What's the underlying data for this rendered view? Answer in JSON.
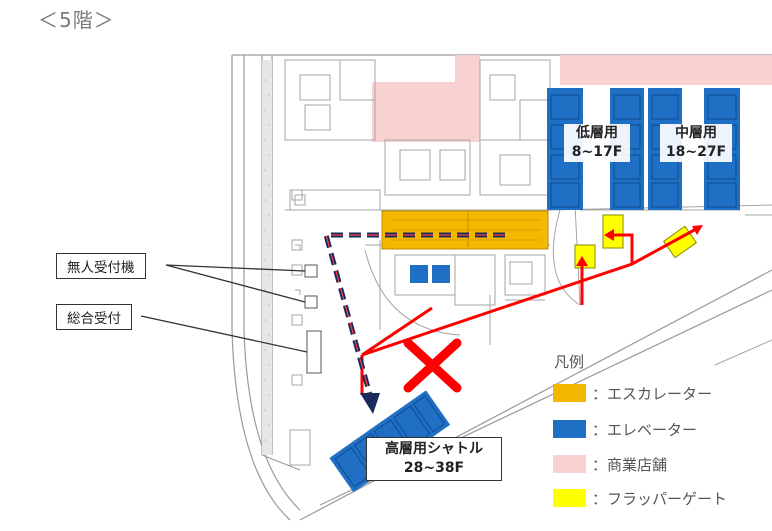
{
  "floor_title": "＜5階＞",
  "callouts": {
    "unmanned_reception": "無人受付機",
    "general_reception": "総合受付"
  },
  "elevator_banks": {
    "low": {
      "name": "低層用",
      "floors": "8~17F"
    },
    "mid": {
      "name": "中層用",
      "floors": "18~27F"
    },
    "high": {
      "name": "高層用シャトル",
      "floors": "28~38F"
    }
  },
  "legend": {
    "title": "凡例",
    "items": [
      {
        "label": "：エスカレーター",
        "color": "#f5b800"
      },
      {
        "label": "：エレベーター",
        "color": "#1f6fc4"
      },
      {
        "label": "：商業店舗",
        "color": "#f7d2d0"
      },
      {
        "label": "：フラッパーゲート",
        "color": "#ffff00"
      }
    ]
  },
  "colors": {
    "route_red": "#ff0000",
    "route_navy": "#1a2a5a",
    "forbidden_cross": "#ff0000",
    "plan_lines": "#9a9a9a"
  }
}
